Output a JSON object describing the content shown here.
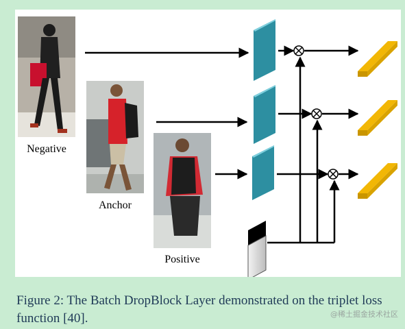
{
  "figure": {
    "labels": {
      "negative": "Negative",
      "anchor": "Anchor",
      "positive": "Positive"
    }
  },
  "caption": {
    "text": "Figure 2: The Batch DropBlock Layer demonstrated on the triplet loss function [40]."
  },
  "watermark": "@稀土掘金技术社区",
  "colors": {
    "feature_block": "#3aa9bd",
    "output_bar": "#f2b705",
    "mask_black": "#000000",
    "mask_grey": "#d0d0d0",
    "background": "#c9ecd2",
    "caption_text": "#1f3a57"
  }
}
